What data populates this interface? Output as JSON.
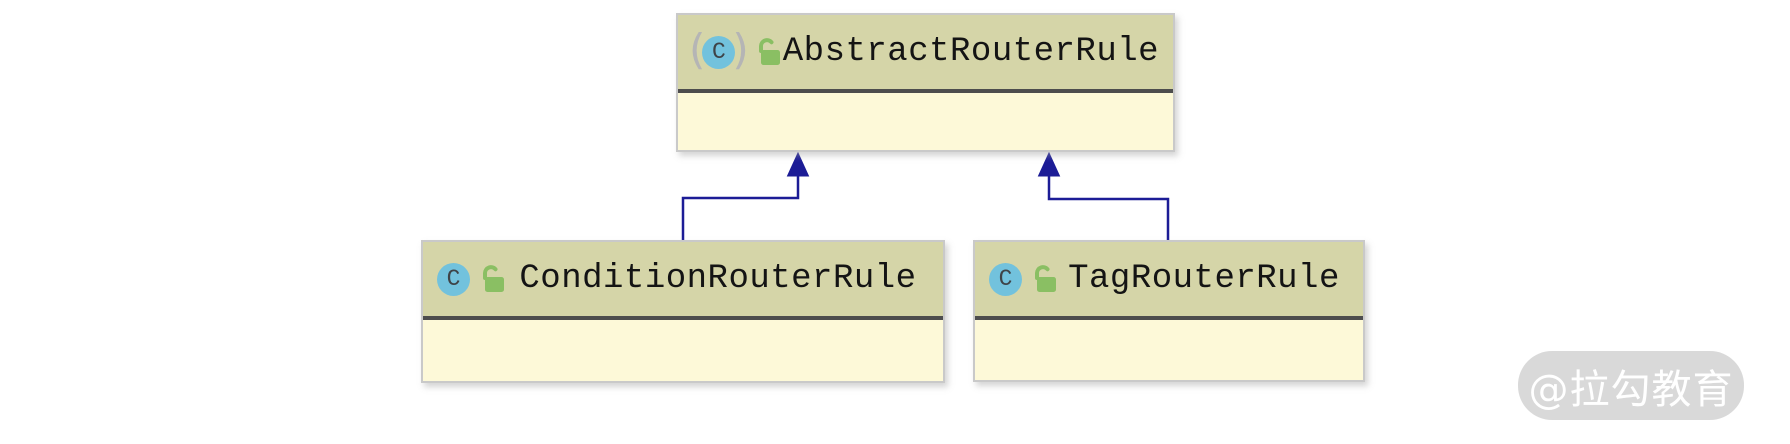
{
  "diagram": {
    "type": "uml-class-diagram",
    "classes": [
      {
        "name": "AbstractRouterRule",
        "abstract": true,
        "icons": [
          "abstract-class-icon",
          "open-lock-icon"
        ]
      },
      {
        "name": "ConditionRouterRule",
        "abstract": false,
        "icons": [
          "class-icon",
          "open-lock-icon"
        ]
      },
      {
        "name": "TagRouterRule",
        "abstract": false,
        "icons": [
          "class-icon",
          "open-lock-icon"
        ]
      }
    ],
    "relations": [
      {
        "from": "ConditionRouterRule",
        "to": "AbstractRouterRule",
        "type": "inheritance"
      },
      {
        "from": "TagRouterRule",
        "to": "AbstractRouterRule",
        "type": "inheritance"
      }
    ],
    "icon": {
      "letter": "C",
      "paren_left": "(",
      "paren_right": ")"
    },
    "watermark": {
      "text": "@拉勾教育"
    },
    "colors": {
      "header_bg": "#d5d5a8",
      "body_bg": "#fdf9d8",
      "box_border": "#c9c9c9",
      "separator": "#4d4d4d",
      "edge": "#1c1c96",
      "class_icon_bg": "#72c2dd",
      "class_icon_letter": "#3e4347",
      "lock_green": "#8abf63",
      "abstract_paren": "#b5b5b5",
      "name_text": "#141414",
      "watermark_bg": "#d9d9d9",
      "watermark_text": "#ffffff"
    }
  }
}
